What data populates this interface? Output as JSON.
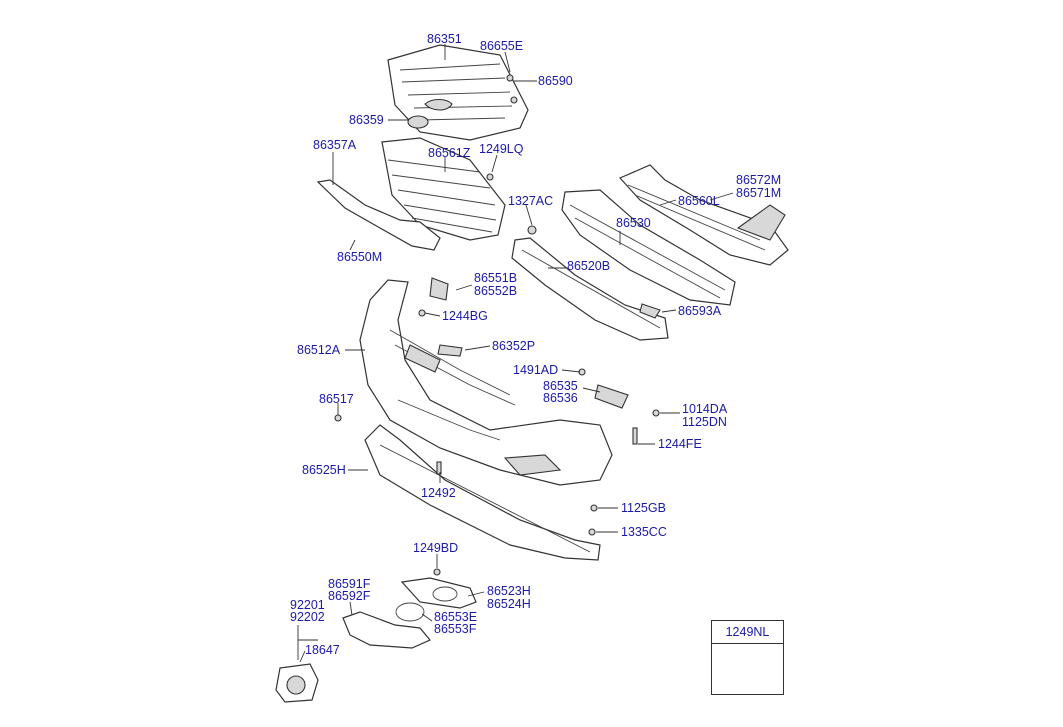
{
  "colors": {
    "label": "#1a1aa6",
    "line": "#333333",
    "background": "#ffffff"
  },
  "labels": {
    "p86351": "86351",
    "p86655E": "86655E",
    "p86590": "86590",
    "p86359": "86359",
    "p86357A": "86357A",
    "p86561Z": "86561Z",
    "p1249LQ": "1249LQ",
    "p86572M": "86572M",
    "p86571M": "86571M",
    "p86560L": "86560L",
    "p1327AC": "1327AC",
    "p86530": "86530",
    "p86550M": "86550M",
    "p86520B": "86520B",
    "p86551B": "86551B",
    "p86552B": "86552B",
    "p1244BG": "1244BG",
    "p86593A": "86593A",
    "p86512A": "86512A",
    "p86352P": "86352P",
    "p1491AD": "1491AD",
    "p86535": "86535",
    "p86536": "86536",
    "p86517": "86517",
    "p1014DA": "1014DA",
    "p1125DN": "1125DN",
    "p1244FE": "1244FE",
    "p86525H": "86525H",
    "p12492": "12492",
    "p1125GB": "1125GB",
    "p1335CC": "1335CC",
    "p1249BD": "1249BD",
    "p86591F": "86591F",
    "p86592F": "86592F",
    "p86523H": "86523H",
    "p86524H": "86524H",
    "p92201": "92201",
    "p92202": "92202",
    "p86553E": "86553E",
    "p86553F": "86553F",
    "p18647": "18647"
  },
  "legend": {
    "title": "1249NL",
    "icon": "screw-icon"
  }
}
